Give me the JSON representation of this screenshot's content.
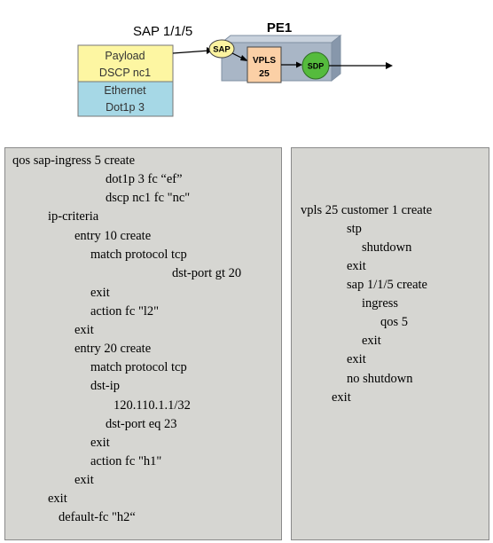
{
  "diagram": {
    "sap_port_label": "SAP 1/1/5",
    "pe_label": "PE1",
    "sap_label": "SAP",
    "vpls_label_line1": "VPLS",
    "vpls_label_line2": "25",
    "sdp_label": "SDP",
    "packet": {
      "payload": "Payload",
      "dscp": "DSCP nc1",
      "ethernet": "Ethernet",
      "dot1p": "Dot1p 3"
    },
    "colors": {
      "payload_fill": "#fdf6a2",
      "ethernet_fill": "#a6d8e6",
      "pe_box": "#a9b6c6",
      "sap_fill": "#fbf3a0",
      "vpls_fill": "#fbd0a6",
      "sdp_fill": "#55bb3d"
    }
  },
  "left_code": [
    "qos sap-ingress 5 create",
    "dot1p 3 fc “ef”",
    "dscp nc1 fc \"nc\"",
    "ip-criteria",
    "entry 10 create",
    "match protocol tcp",
    "dst-port gt 20",
    "exit",
    "action fc \"l2\"",
    "exit",
    "entry 20 create",
    "match protocol tcp",
    "dst-ip",
    "120.110.1.1/32",
    "dst-port eq 23",
    "exit",
    "action fc \"h1\"",
    "exit",
    "exit",
    "default-fc \"h2“"
  ],
  "right_code": [
    "vpls 25 customer 1 create",
    "stp",
    "shutdown",
    "exit",
    "sap 1/1/5 create",
    "ingress",
    "qos 5",
    "exit",
    "exit",
    "no shutdown",
    "exit"
  ]
}
